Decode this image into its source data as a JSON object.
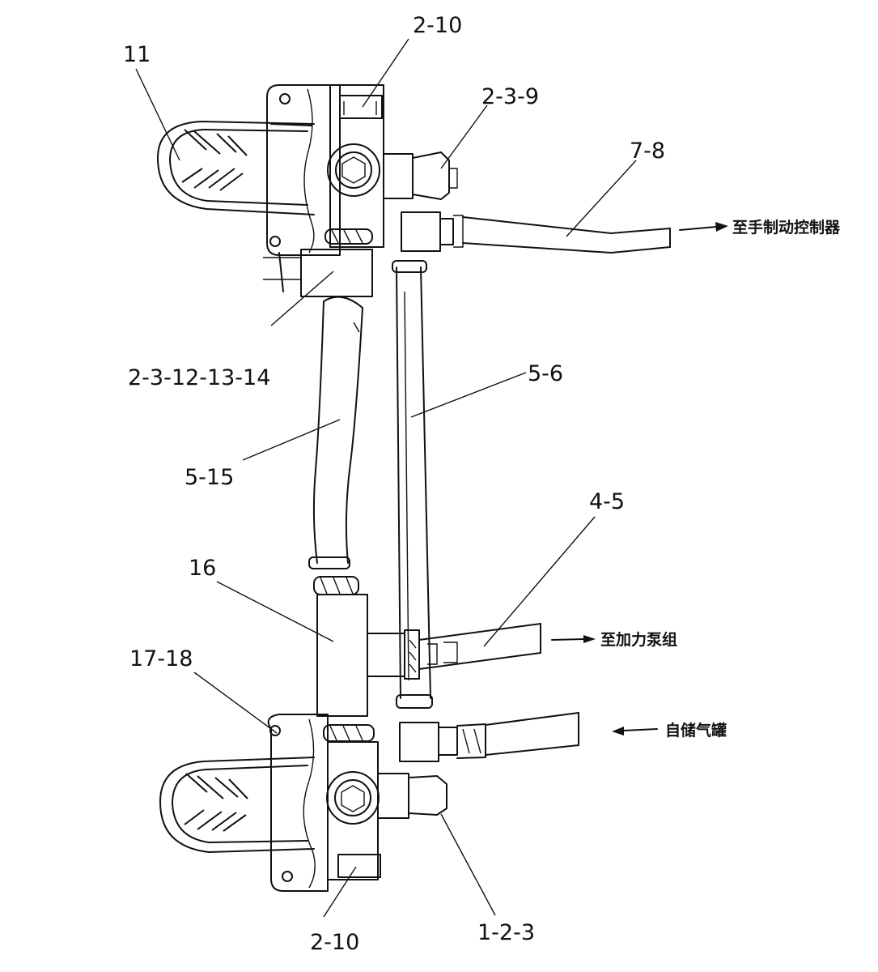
{
  "labels": {
    "l_11": "11",
    "l_2_10_top": "2-10",
    "l_2_3_9": "2-3-9",
    "l_7_8": "7-8",
    "l_2_3_12_13_14": "2-3-12-13-14",
    "l_5_6": "5-6",
    "l_5_15": "5-15",
    "l_4_5": "4-5",
    "l_16": "16",
    "l_17_18": "17-18",
    "l_2_10_bottom": "2-10",
    "l_1_2_3": "1-2-3"
  },
  "annotations": {
    "to_hand_brake": "至手制动控制器",
    "to_booster_pump": "至加力泵组",
    "from_air_tank": "自储气罐"
  }
}
